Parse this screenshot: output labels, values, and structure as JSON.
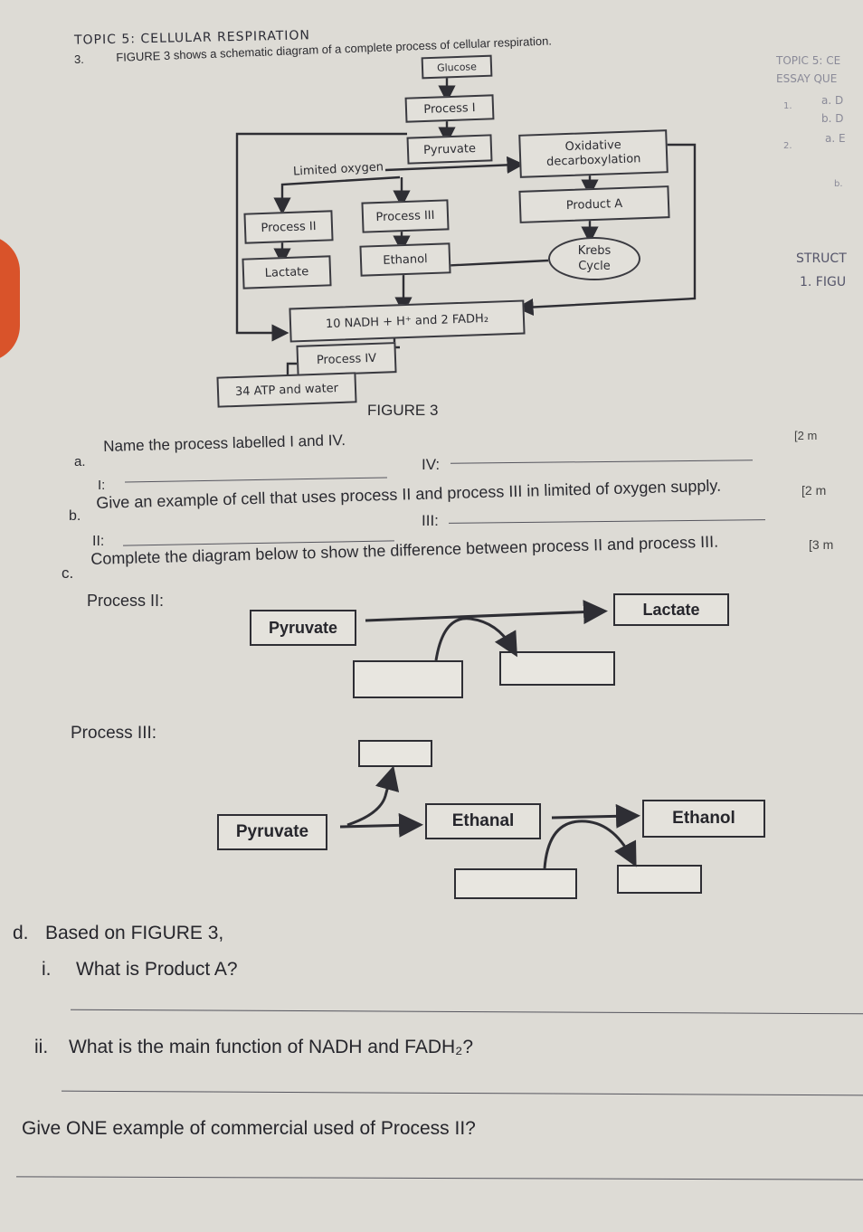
{
  "header": {
    "topic": "TOPIC 5: CELLULAR RESPIRATION",
    "q_number": "3.",
    "q_text": "FIGURE 3 shows a schematic diagram of a complete process of cellular respiration."
  },
  "right_page": {
    "l1": "TOPIC 5: CE",
    "l2": "ESSAY QUE",
    "l3": "1.",
    "l4": "a. D",
    "l5": "b. D",
    "l6": "2.",
    "l7": "a. E",
    "l8": "b.",
    "l9": "STRUCT",
    "l10": "1. FIGU"
  },
  "flow": {
    "glucose": "Glucose",
    "process1": "Process I",
    "pyruvate": "Pyruvate",
    "limited_oxygen": "Limited oxygen",
    "oxidative_1": "Oxidative",
    "oxidative_2": "decarboxylation",
    "process2": "Process II",
    "process3": "Process III",
    "productA": "Product A",
    "lactate": "Lactate",
    "ethanol": "Ethanol",
    "krebs_1": "Krebs",
    "krebs_2": "Cycle",
    "nadh": "10 NADH + H⁺ and 2 FADH₂",
    "process4": "Process IV",
    "atp": "34 ATP and water",
    "caption": "FIGURE 3"
  },
  "qa": {
    "marks": "[2 m",
    "label": "a.",
    "text": "Name the process labelled I and IV.",
    "I": "I:",
    "IV": "IV:"
  },
  "qb": {
    "label": "b.",
    "text": "Give an example of cell that uses process II and process III in limited of oxygen supply.",
    "marks": "[2 m",
    "II": "II:",
    "III": "III:"
  },
  "qc": {
    "label": "c.",
    "text": "Complete the diagram below to show the difference between process II and process III.",
    "marks": "[3 m",
    "p2_label": "Process II:",
    "p2_pyruvate": "Pyruvate",
    "p2_lactate": "Lactate",
    "p3_label": "Process III:",
    "p3_pyruvate": "Pyruvate",
    "p3_ethanal": "Ethanal",
    "p3_ethanol": "Ethanol"
  },
  "qd": {
    "label": "d.",
    "text": "Based on FIGURE 3,",
    "i_label": "i.",
    "i_text": "What is Product A?",
    "ii_label": "ii.",
    "ii_text": "What is the main function of NADH and FADH₂?",
    "iii_text": "Give ONE example of commercial used of Process II?"
  }
}
